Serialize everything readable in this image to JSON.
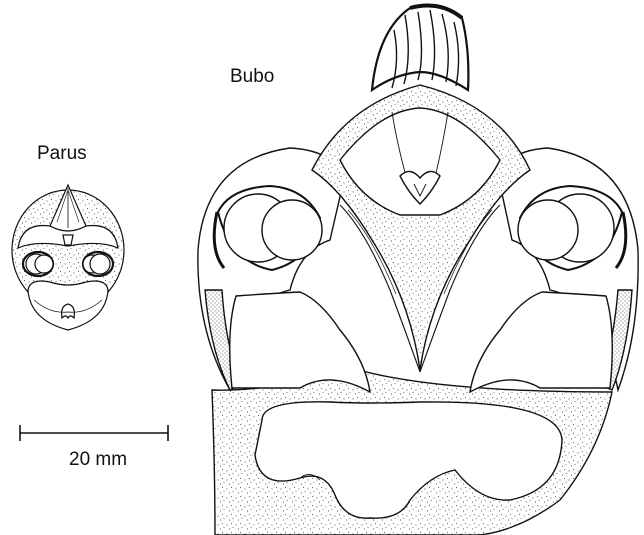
{
  "figure": {
    "labels": {
      "bubo": "Bubo",
      "parus": "Parus",
      "scale": "20 mm"
    },
    "specimens": [
      {
        "id": "parus",
        "name": "Parus"
      },
      {
        "id": "bubo",
        "name": "Bubo"
      }
    ],
    "scale_bar": {
      "value": 20,
      "unit": "mm"
    },
    "colors": {
      "ink": "#111111",
      "paper": "#ffffff",
      "bone_stipple": "#333333"
    }
  }
}
